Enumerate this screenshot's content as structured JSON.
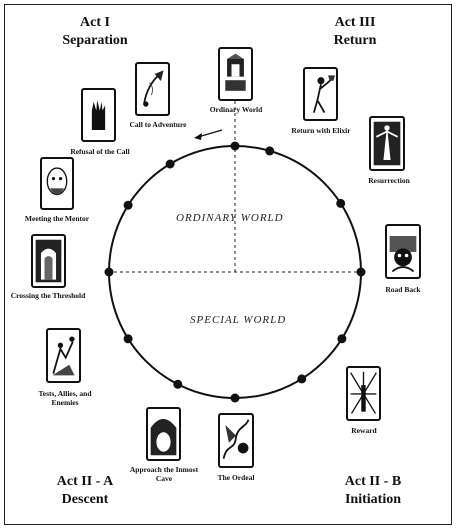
{
  "acts": {
    "act1": {
      "line1": "Act I",
      "line2": "Separation"
    },
    "act3": {
      "line1": "Act III",
      "line2": "Return"
    },
    "act2a": {
      "line1": "Act II - A",
      "line2": "Descent"
    },
    "act2b": {
      "line1": "Act II - B",
      "line2": "Initiation"
    }
  },
  "worlds": {
    "upper": "ORDINARY WORLD",
    "lower": "SPECIAL WORLD"
  },
  "stages": [
    {
      "label": "Ordinary World"
    },
    {
      "label": "Call to Adventure"
    },
    {
      "label": "Refusal of the Call"
    },
    {
      "label": "Meeting the Mentor"
    },
    {
      "label": "Crossing the Threshold"
    },
    {
      "label": "Tests, Allies, and Enemies"
    },
    {
      "label": "Approach the Inmost Cave"
    },
    {
      "label": "The Ordeal"
    },
    {
      "label": "Reward"
    },
    {
      "label": "Road Back"
    },
    {
      "label": "Resurrection"
    },
    {
      "label": "Return with Elixir"
    }
  ],
  "colors": {
    "ink": "#111111",
    "background": "#ffffff"
  }
}
